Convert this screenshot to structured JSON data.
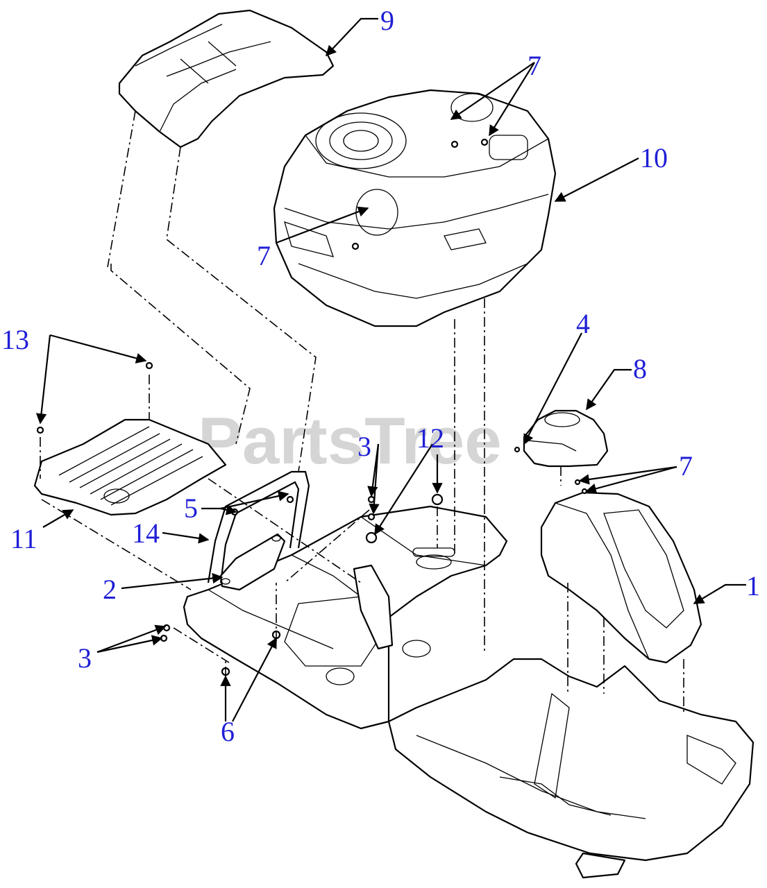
{
  "watermark": "PartsTree",
  "callouts": {
    "c1": "1",
    "c2": "2",
    "c3a": "3",
    "c3b": "3",
    "c4": "4",
    "c5": "5",
    "c6": "6",
    "c7a": "7",
    "c7b": "7",
    "c7c": "7",
    "c8": "8",
    "c9": "9",
    "c10": "10",
    "c11": "11",
    "c12": "12",
    "c13": "13",
    "c14": "14"
  }
}
